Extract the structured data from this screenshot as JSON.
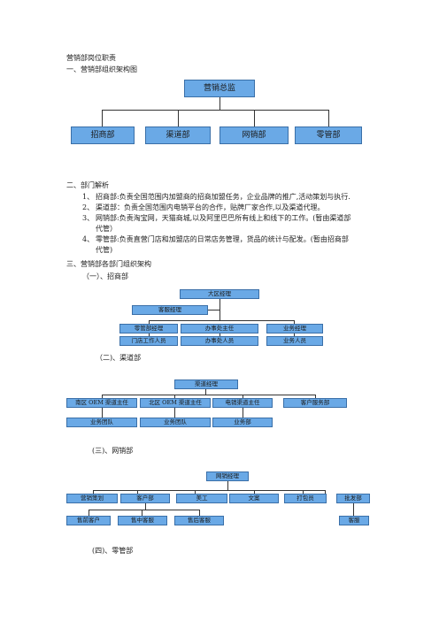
{
  "doc_title": "营销部岗位职责",
  "section1": "一、营销部组织架构图",
  "org_main": {
    "head": "营销总监",
    "depts": [
      "招商部",
      "渠道部",
      "网销部",
      "零管部"
    ]
  },
  "section2": "二、部门解析",
  "analysis": [
    {
      "num": "1、",
      "line1": "招商部:负责全国范围内加盟商的招商加盟任务，企业品牌的推广,活动策划与执行.",
      "line2": ""
    },
    {
      "num": "2、",
      "line1": "渠道部：负责全国范围内电销平台的合作，贴牌厂家合作,以及渠道代理。",
      "line2": ""
    },
    {
      "num": "3、",
      "line1": "网销部:负责淘宝网，天猫商城,以及阿里巴巴所有线上和线下的工作。(暂由渠道部",
      "line2": "代管）"
    },
    {
      "num": "4、",
      "line1": "零管部:负责直营门店和加盟店的日常店务管理，货品的统计与配发。(暂由招商部",
      "line2": "代管)"
    }
  ],
  "section3": "三、营销部各部门组织架构",
  "sub1": "（一）、招商部",
  "zs": {
    "head": "大区经理",
    "cs": "客服经理",
    "row1": [
      "零管部经理",
      "办事处主任",
      "业务经理"
    ],
    "row2": [
      "门店工作人员",
      "办事处人员",
      "业务人员"
    ]
  },
  "sub2": "（二)、渠道部",
  "qd": {
    "head": "渠道经理",
    "row1": [
      "南区 OEM 渠道主任",
      "北区 OEM 渠道主任",
      "电销渠道主任",
      "客户服务部"
    ],
    "row2": [
      "业务团队",
      "业务团队",
      "业务部"
    ]
  },
  "sub3": "(三)、网销部",
  "wx": {
    "head": "网销经理",
    "row1": [
      "营销策划",
      "客户部",
      "美工",
      "文案",
      "打包员",
      "批发部"
    ],
    "row2": [
      "售前客户",
      "售中客服",
      "售后客服",
      "客服"
    ]
  },
  "sub4": "(四)、零管部"
}
